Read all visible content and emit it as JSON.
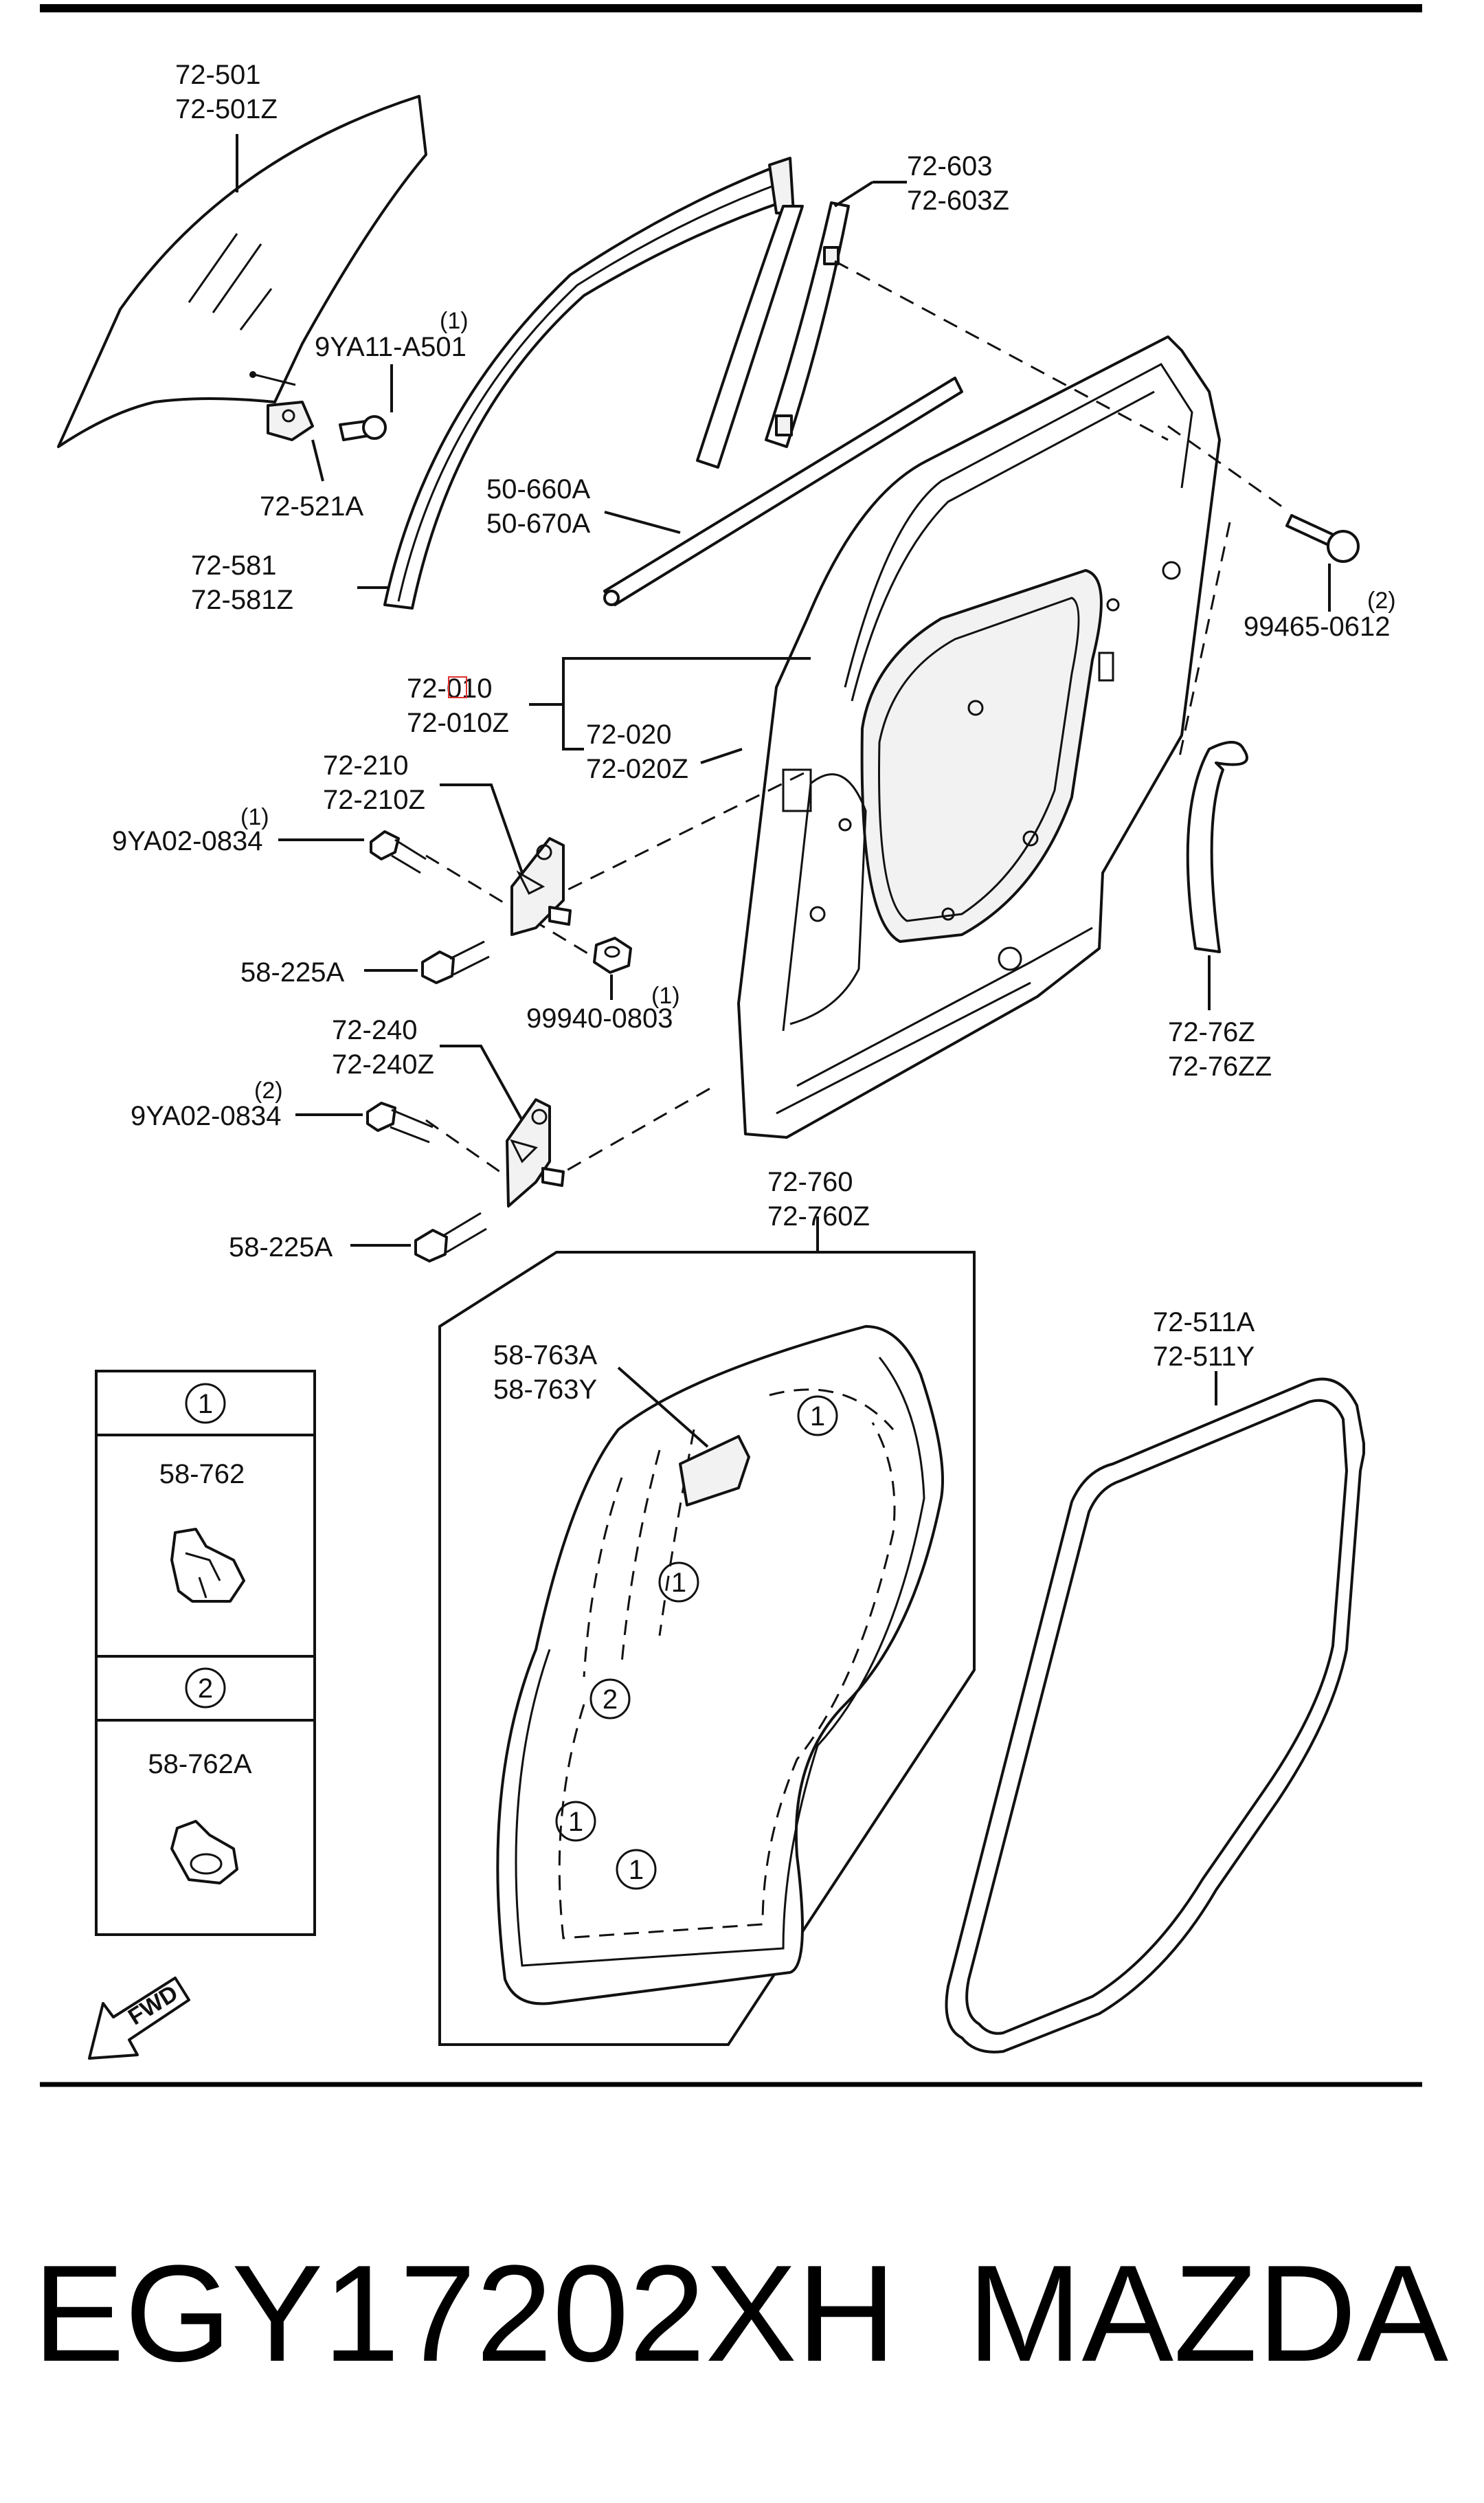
{
  "labels": {
    "glass": [
      "72-501",
      "72-501Z"
    ],
    "glass_clip": "9YA11-A501",
    "glass_clip_ref": "(1)",
    "glass_holder": "72-521A",
    "front_channel": [
      "72-581",
      "72-581Z"
    ],
    "rear_channel": [
      "72-603",
      "72-603Z"
    ],
    "belt_molding": [
      "50-660A",
      "50-670A"
    ],
    "bolt_right": "99465-0612",
    "bolt_right_ref": "(2)",
    "door_shell": [
      "72-010",
      "72-010Z"
    ],
    "door_panel": [
      "72-020",
      "72-020Z"
    ],
    "upper_hinge": [
      "72-210",
      "72-210Z"
    ],
    "hinge_bolt_upper": "9YA02-0834",
    "hinge_bolt_upper_ref": "(1)",
    "hinge_pin_bolt_upper": "58-225A",
    "nut": "99940-0803",
    "nut_ref": "(1)",
    "lower_hinge": [
      "72-240",
      "72-240Z"
    ],
    "hinge_bolt_lower": "9YA02-0834",
    "hinge_bolt_lower_ref": "(2)",
    "hinge_pin_bolt_lower": "58-225A",
    "rear_seal": [
      "72-76Z",
      "72-76ZZ"
    ],
    "screen": [
      "72-760",
      "72-760Z"
    ],
    "screen_patch": [
      "58-763A",
      "58-763Y"
    ],
    "weatherstrip": [
      "72-511A",
      "72-511Y"
    ]
  },
  "legend": {
    "items": [
      {
        "ref": "1",
        "part": "58-762"
      },
      {
        "ref": "2",
        "part": "58-762A"
      }
    ]
  },
  "callouts": {
    "screen_refs": [
      "1",
      "1",
      "2",
      "1",
      "1"
    ]
  },
  "fwd_label": "FWD",
  "footer": {
    "part_number": "EGY17202XH",
    "brand": "MAZDA"
  }
}
